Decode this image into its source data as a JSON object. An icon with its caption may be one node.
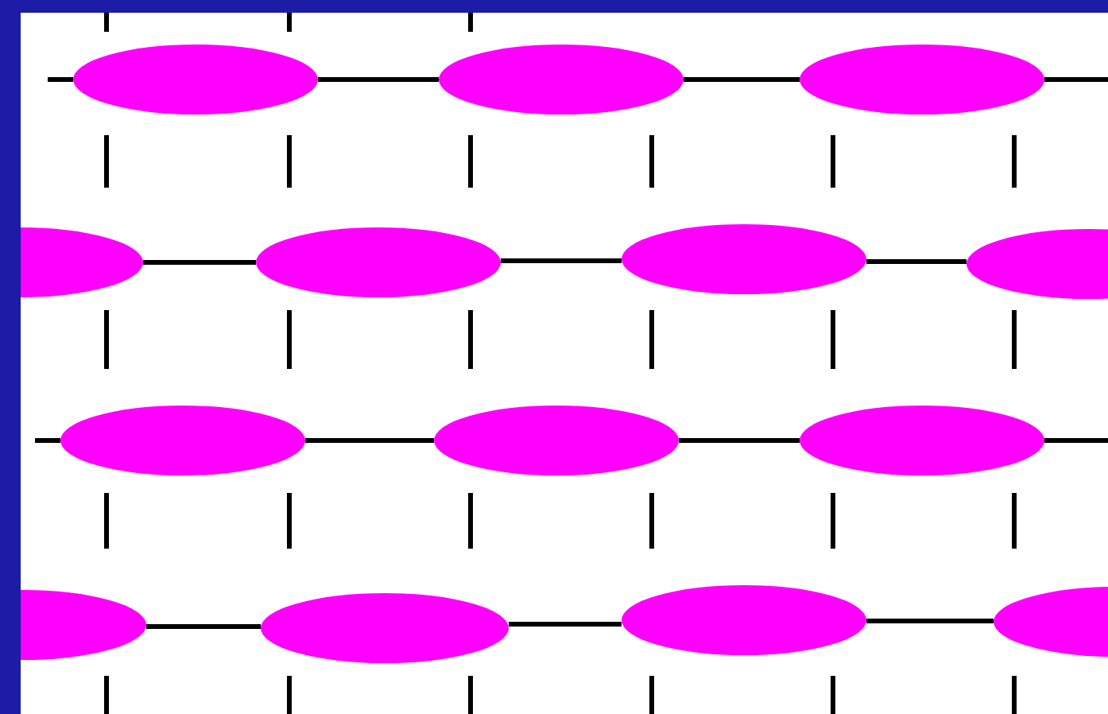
{
  "diagram": {
    "nodes": [
      {
        "text": [],
        "shape": "ellipse"
      },
      {
        "text": [],
        "shape": "ellipse"
      },
      {
        "text": [],
        "shape": "ellipse"
      },
      {
        "text": [],
        "shape": "ellipse"
      },
      {
        "text": [],
        "shape": "ellipse"
      },
      {
        "text": [],
        "shape": "ellipse"
      },
      {
        "text": [],
        "shape": "ellipse"
      },
      {
        "text": [],
        "shape": "ellipse"
      },
      {
        "text": [],
        "shape": "ellipse"
      },
      {
        "text": [],
        "shape": "ellipse"
      },
      {
        "text": [],
        "shape": "ellipse"
      },
      {
        "text": [],
        "shape": "ellipse"
      },
      {
        "text": [],
        "shape": "ellipse"
      },
      {
        "text": [],
        "shape": "ellipse"
      }
    ],
    "edges": [
      {
        "from": null,
        "to": 0,
        "arrow": "none"
      },
      {
        "from": 0,
        "to": 1,
        "arrow": "none"
      },
      {
        "from": 1,
        "to": 2,
        "arrow": "none"
      },
      {
        "from": 2,
        "to": null,
        "arrow": "none"
      },
      {
        "from": 3,
        "to": 4,
        "arrow": "none"
      },
      {
        "from": 4,
        "to": 5,
        "arrow": "none"
      },
      {
        "from": 5,
        "to": 6,
        "arrow": "none"
      },
      {
        "from": null,
        "to": 7,
        "arrow": "none"
      },
      {
        "from": 7,
        "to": 8,
        "arrow": "none"
      },
      {
        "from": 8,
        "to": 9,
        "arrow": "none"
      },
      {
        "from": 9,
        "to": null,
        "arrow": "none"
      },
      {
        "from": 10,
        "to": 11,
        "arrow": "none"
      },
      {
        "from": 11,
        "to": 12,
        "arrow": "none"
      },
      {
        "from": 12,
        "to": 13,
        "arrow": "none"
      }
    ]
  }
}
